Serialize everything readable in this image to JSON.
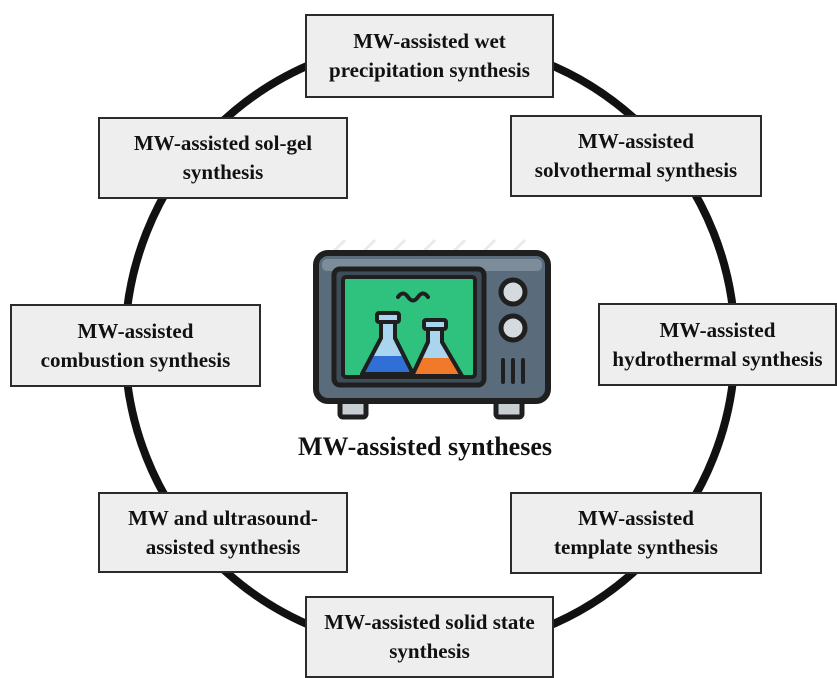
{
  "diagram": {
    "center_label": "MW-assisted syntheses",
    "center_icon": "microwave-oven-with-flasks-icon",
    "methods": {
      "wet_precipitation": [
        "MW-assisted wet",
        "precipitation synthesis"
      ],
      "sol_gel": [
        "MW-assisted sol-gel",
        "synthesis"
      ],
      "solvothermal": [
        "MW-assisted",
        "solvothermal synthesis"
      ],
      "combustion": [
        "MW-assisted",
        "combustion synthesis"
      ],
      "hydrothermal": [
        "MW-assisted",
        "hydrothermal synthesis"
      ],
      "ultrasound": [
        "MW and ultrasound-",
        "assisted synthesis"
      ],
      "template": [
        "MW-assisted",
        "template synthesis"
      ],
      "solid_state": [
        "MW-assisted solid state",
        "synthesis"
      ]
    },
    "colors": {
      "box_fill": "#eeeeee",
      "outline": "#2b2b2b",
      "ring": "#111111",
      "oven_body": "#5a6b7b",
      "screen": "#2ec27e",
      "flask_left_liquid": "#2f6fd6",
      "flask_right_liquid": "#f07a2a",
      "flask_glass": "#a9d6ee"
    }
  }
}
